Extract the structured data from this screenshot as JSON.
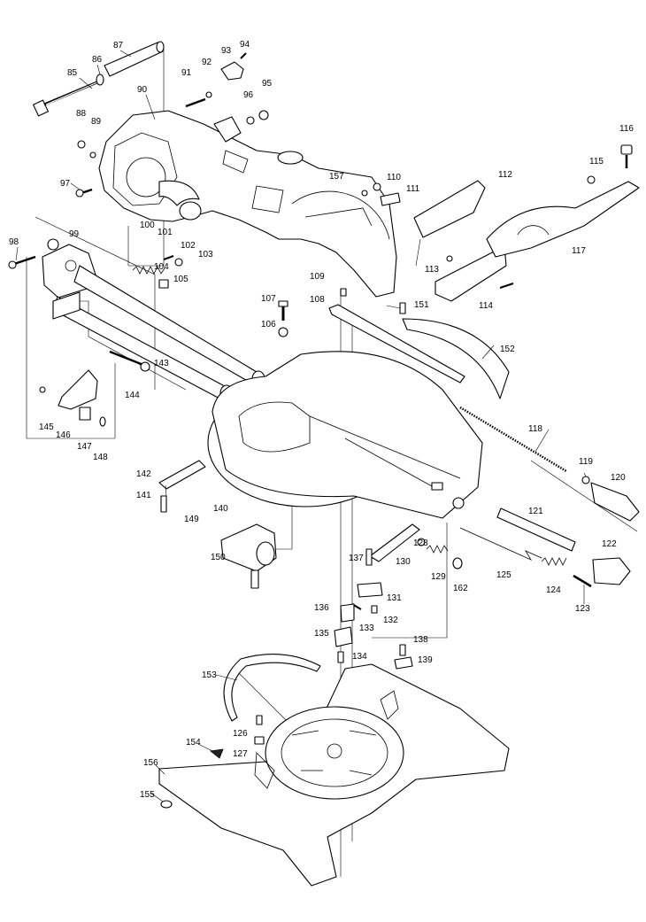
{
  "diagram": {
    "type": "exploded parts diagram",
    "part_numbers": [
      "85",
      "86",
      "87",
      "88",
      "89",
      "90",
      "91",
      "92",
      "93",
      "94",
      "95",
      "96",
      "97",
      "98",
      "99",
      "100",
      "101",
      "102",
      "103",
      "104",
      "105",
      "106",
      "107",
      "108",
      "109",
      "110",
      "111",
      "112",
      "113",
      "114",
      "115",
      "116",
      "117",
      "118",
      "119",
      "120",
      "121",
      "122",
      "123",
      "124",
      "125",
      "126",
      "127",
      "128",
      "129",
      "130",
      "131",
      "132",
      "133",
      "134",
      "135",
      "136",
      "137",
      "138",
      "139",
      "140",
      "141",
      "142",
      "143",
      "144",
      "145",
      "146",
      "147",
      "148",
      "149",
      "150",
      "151",
      "152",
      "153",
      "154",
      "155",
      "156",
      "157",
      "162"
    ]
  }
}
